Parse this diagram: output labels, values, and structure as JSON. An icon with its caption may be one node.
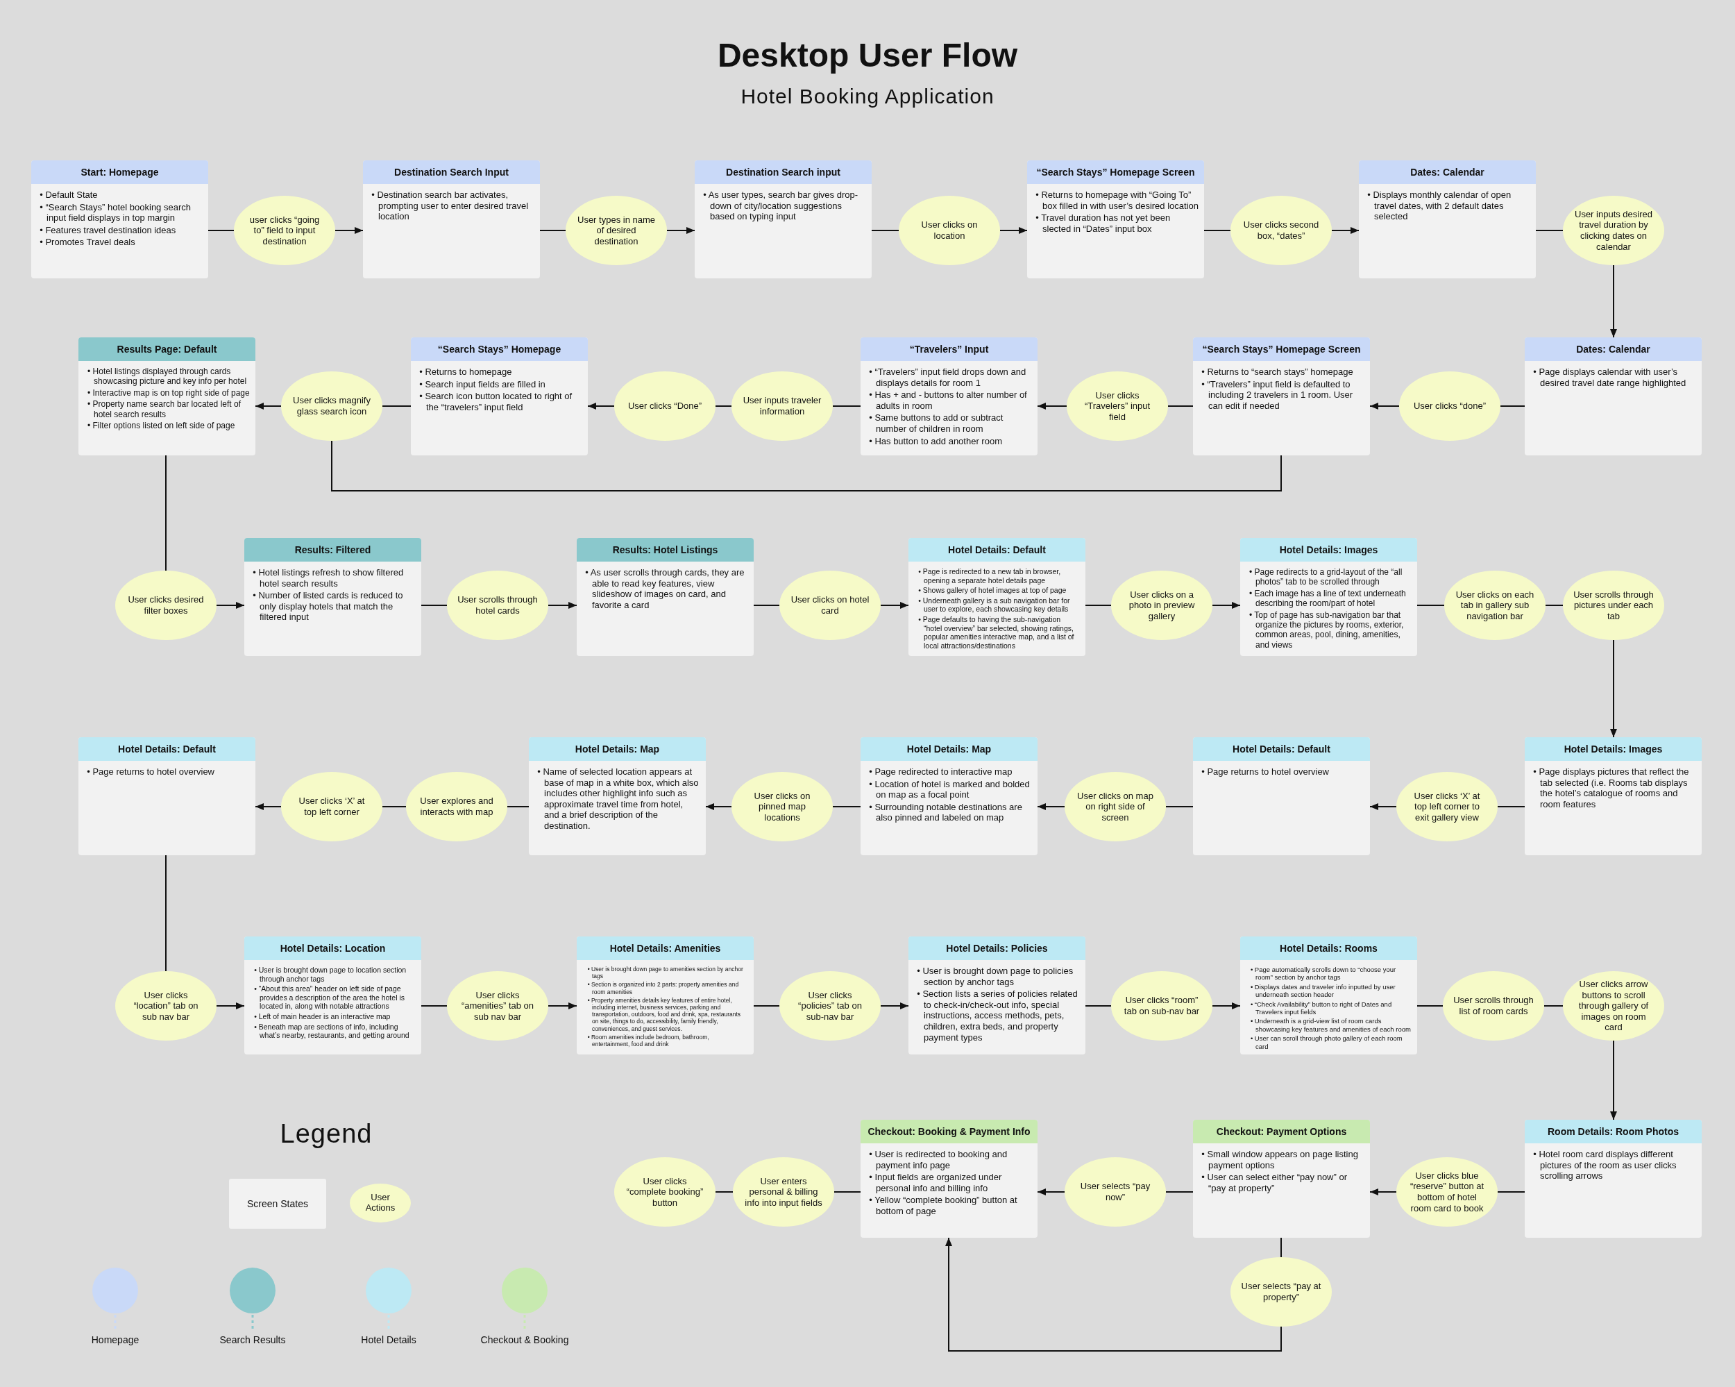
{
  "diagram": {
    "title": "Desktop User Flow",
    "nodes": [
      {
        "text": [
          "Start: Homepage",
          "• Default State",
          "• “Search Stays” hotel booking search input field displays in top margin",
          "• Features travel destination ideas",
          "• Promotes Travel deals"
        ]
      },
      {
        "text": [
          "user clicks “going to” field to input destination"
        ]
      },
      {
        "text": [
          "Destination Search Input",
          "• Destination search bar activates, prompting user to enter desired travel location"
        ]
      },
      {
        "text": [
          "User types in name of desired destination"
        ]
      },
      {
        "text": [
          "Destination Search input",
          "• As user types, search bar gives drop-down of city/location suggestions based on typing input"
        ]
      },
      {
        "text": [
          "User clicks on location"
        ]
      },
      {
        "text": [
          "“Search Stays” Homepage Screen",
          "• Returns to homepage with “Going To” box filled in with user’s desired location",
          "• Travel duration has not yet been slected in “Dates” input box"
        ]
      },
      {
        "text": [
          "User clicks second box, “dates”"
        ]
      },
      {
        "text": [
          "Dates: Calendar",
          "• Displays monthly calendar of open travel dates, with 2 default dates selected"
        ]
      },
      {
        "text": [
          "User inputs desired travel duration by clicking dates on calendar"
        ]
      },
      {
        "text": [
          "Dates: Calendar",
          "• Page displays calendar with user’s desired travel date range highlighted"
        ]
      },
      {
        "text": [
          "User clicks “done”"
        ]
      },
      {
        "text": [
          "“Search Stays” Homepage Screen",
          "• Returns to “search stays” homepage",
          "• “Travelers” input field is defaulted to including 2 travelers in 1 room. User can edit if needed"
        ]
      },
      {
        "text": [
          "User clicks “Travelers” input field"
        ]
      },
      {
        "text": [
          "“Travelers” Input",
          "• “Travelers” input field drops down and displays details for room 1",
          "• Has + and - buttons to alter number of adults in room",
          "• Same buttons to add or subtract number of children in room",
          "• Has button to add another room"
        ]
      },
      {
        "text": [
          "User inputs traveler information"
        ]
      },
      {
        "text": [
          "User clicks “Done”"
        ]
      },
      {
        "text": [
          "“Search Stays” Homepage",
          "• Returns to homepage",
          "• Search input fields are filled in",
          "• Search icon button located to right of the “travelers” input field"
        ]
      },
      {
        "text": [
          "User clicks magnify glass search icon"
        ]
      },
      {
        "text": [
          "Results Page: Default",
          "• Hotel listings displayed through cards showcasing picture and key info per hotel",
          "• Interactive map is on top right side of page",
          "• Property name search bar located left of hotel search results",
          "• Filter options listed on left side of page"
        ]
      },
      {
        "text": [
          "User clicks desired filter boxes"
        ]
      },
      {
        "text": [
          "Results: Filtered",
          "• Hotel listings refresh to show filtered hotel search results",
          "• Number of listed cards is reduced to only display hotels that match the filtered input"
        ]
      },
      {
        "text": [
          "User scrolls through hotel cards"
        ]
      },
      {
        "text": [
          "Results: Hotel Listings",
          "• As user scrolls through cards, they are able to read key features, view slideshow of images on card, and favorite a card"
        ]
      },
      {
        "text": [
          "User clicks on hotel card"
        ]
      },
      {
        "text": [
          "Hotel Details: Default",
          "• Page is redirected to a new tab in browser, opening a separate hotel details page",
          "• Shows gallery of hotel images at top of page",
          "• Underneath gallery is a sub navigation bar for user to explore, each showcasing key details",
          "• Page defaults to having the sub-navigation “hotel overview” bar selected, showing ratings, popular amenities interactive map, and a list of local attractions/destinations"
        ]
      },
      {
        "text": [
          "User clicks on a photo in preview gallery"
        ]
      },
      {
        "text": [
          "Hotel Details: Images",
          "• Page redirects to a grid-layout of the “all photos” tab to be scrolled through",
          "• Each image has a line of text underneath describing the room/part of hotel",
          "• Top of page has sub-navigation bar that organize the pictures by rooms, exterior, common areas, pool, dining, amenities, and views"
        ]
      },
      {
        "text": [
          "User clicks on each tab in gallery sub navigation bar"
        ]
      },
      {
        "text": [
          "User scrolls through pictures under each tab"
        ]
      },
      {
        "text": [
          "Hotel Details: Images",
          "• Page displays pictures that reflect the tab selected (i.e. Rooms tab displays the hotel’s catalogue of rooms and room features"
        ]
      },
      {
        "text": [
          "User clicks ‘X’ at top left corner to exit gallery view"
        ]
      },
      {
        "text": [
          "Hotel Details: Default",
          "• Page returns to hotel overview"
        ]
      },
      {
        "text": [
          "User clicks on map on right side of screen"
        ]
      },
      {
        "text": [
          "Hotel Details: Map",
          "• Page redirected to interactive map",
          "• Location of hotel is marked and bolded on map as a focal point",
          "• Surrounding notable destinations are also pinned and labeled on map"
        ]
      },
      {
        "text": [
          "User clicks on pinned map locations"
        ]
      },
      {
        "text": [
          "Hotel Details: Map",
          "• Name of selected location appears at base of map in a white box, which also includes other highlight info such as approximate travel time from hotel, and a brief description of the destination."
        ]
      },
      {
        "text": [
          "User explores and interacts with map"
        ]
      },
      {
        "text": [
          "User clicks ‘X’ at top left corner"
        ]
      },
      {
        "text": [
          "Hotel Details: Default",
          "• Page returns to hotel overview"
        ]
      },
      {
        "text": [
          "User clicks “location” tab on sub nav bar"
        ]
      },
      {
        "text": [
          "Hotel Details: Location",
          "• User is brought down page to location section through anchor tags",
          "• “About this area” header on left side of page provides a description of the area the hotel is located in, along with notable attractions",
          "• Left of main header is an interactive map",
          "• Beneath map are sections of info, including what’s nearby, restaurants, and getting around"
        ]
      },
      {
        "text": [
          "User clicks “amenities” tab on sub nav bar"
        ]
      },
      {
        "text": [
          "Hotel Details: Amenities",
          "• User is brought down page to amenities section by anchor tags",
          "• Section is organized into 2 parts: property amenities and room amenities",
          "• Property amenities details key features of entire hotel, including internet, business services, parking and transportation, outdoors, food and drink, spa, restaurants on site, things to do, accessibility, family friendly, conveniences, and guest services.",
          "• Room amenities include bedroom, bathroom, entertainment, food and drink"
        ]
      },
      {
        "text": [
          "User clicks “policies” tab on sub-nav bar"
        ]
      },
      {
        "text": [
          "Hotel Details: Policies",
          "• User is brought down page to policies section by anchor tags",
          "• Section lists a series of policies related to check-in/check-out info, special instructions, access methods, pets, children, extra beds, and property payment types"
        ]
      },
      {
        "text": [
          "User clicks “room” tab on sub-nav bar"
        ]
      },
      {
        "text": [
          "Hotel Details: Rooms",
          "• Page automatically scrolls down to “choose your room” section by anchor tags",
          "• Displays dates and traveler info inputted by user underneath section header",
          "• “Check Availability” button to right of Dates and Travelers input fields",
          "• Underneath is a grid-view list of room cards showcasing key features and amenities of each room",
          "• User can scroll through photo gallery of each room card"
        ]
      },
      {
        "text": [
          "User scrolls through list of room cards"
        ]
      },
      {
        "text": [
          "User clicks arrow buttons to scroll through gallery of images on room card"
        ]
      },
      {
        "text": [
          "Room Details: Room Photos",
          "• Hotel room card displays different pictures of the room as user clicks scrolling arrows"
        ]
      },
      {
        "text": [
          "User clicks blue “reserve” button at bottom of hotel room card to book"
        ]
      },
      {
        "text": [
          "Checkout: Payment Options",
          "• Small window appears on page listing payment options",
          "• User can select either “pay now” or “pay at property”"
        ]
      },
      {
        "text": [
          "User selects “pay now”"
        ]
      },
      {
        "text": [
          "User selects “pay at property”"
        ]
      },
      {
        "text": [
          "Checkout: Booking & Payment Info",
          "• User is redirected to booking and payment info page",
          "• Input fields are organized under personal info and billing info",
          "• Yellow “complete booking” button at bottom of page"
        ]
      },
      {
        "text": [
          "User enters personal & billing info into input fields"
        ]
      },
      {
        "text": [
          "User clicks “complete booking” button"
        ]
      }
    ],
    "edges": [
      {
        "from": 0,
        "to": 1,
        "arrow": "none"
      },
      {
        "from": 1,
        "to": 2,
        "arrow": "to"
      },
      {
        "from": 2,
        "to": 3,
        "arrow": "none"
      },
      {
        "from": 3,
        "to": 4,
        "arrow": "to"
      },
      {
        "from": 4,
        "to": 5,
        "arrow": "none"
      },
      {
        "from": 5,
        "to": 6,
        "arrow": "to"
      },
      {
        "from": 6,
        "to": 7,
        "arrow": "none"
      },
      {
        "from": 7,
        "to": 8,
        "arrow": "to"
      },
      {
        "from": 8,
        "to": 9,
        "arrow": "none"
      },
      {
        "from": 9,
        "to": 10,
        "arrow": "to"
      },
      {
        "from": 10,
        "to": 11,
        "arrow": "none"
      },
      {
        "from": 11,
        "to": 12,
        "arrow": "to"
      },
      {
        "from": 12,
        "to": 13,
        "arrow": "none"
      },
      {
        "from": 13,
        "to": 14,
        "arrow": "to"
      },
      {
        "from": 14,
        "to": 15,
        "arrow": "none"
      },
      {
        "from": 15,
        "to": 16,
        "arrow": "none"
      },
      {
        "from": 16,
        "to": 17,
        "arrow": "to"
      },
      {
        "from": 17,
        "to": 18,
        "arrow": "none"
      },
      {
        "from": 18,
        "to": 19,
        "arrow": "to"
      },
      {
        "from": 12,
        "to": 18,
        "arrow": "none"
      },
      {
        "from": 19,
        "to": 20,
        "arrow": "none"
      },
      {
        "from": 20,
        "to": 21,
        "arrow": "to"
      },
      {
        "from": 21,
        "to": 22,
        "arrow": "none"
      },
      {
        "from": 22,
        "to": 23,
        "arrow": "to"
      },
      {
        "from": 23,
        "to": 24,
        "arrow": "none"
      },
      {
        "from": 24,
        "to": 25,
        "arrow": "to"
      },
      {
        "from": 25,
        "to": 26,
        "arrow": "none"
      },
      {
        "from": 26,
        "to": 27,
        "arrow": "to"
      },
      {
        "from": 27,
        "to": 28,
        "arrow": "none"
      },
      {
        "from": 28,
        "to": 29,
        "arrow": "none"
      },
      {
        "from": 29,
        "to": 30,
        "arrow": "to"
      },
      {
        "from": 30,
        "to": 31,
        "arrow": "none"
      },
      {
        "from": 31,
        "to": 32,
        "arrow": "to"
      },
      {
        "from": 32,
        "to": 33,
        "arrow": "none"
      },
      {
        "from": 33,
        "to": 34,
        "arrow": "to"
      },
      {
        "from": 34,
        "to": 35,
        "arrow": "none"
      },
      {
        "from": 35,
        "to": 36,
        "arrow": "to"
      },
      {
        "from": 36,
        "to": 37,
        "arrow": "none"
      },
      {
        "from": 37,
        "to": 38,
        "arrow": "none"
      },
      {
        "from": 38,
        "to": 39,
        "arrow": "to"
      },
      {
        "from": 39,
        "to": 40,
        "arrow": "none"
      },
      {
        "from": 40,
        "to": 41,
        "arrow": "to"
      },
      {
        "from": 41,
        "to": 42,
        "arrow": "none"
      },
      {
        "from": 42,
        "to": 43,
        "arrow": "to"
      },
      {
        "from": 43,
        "to": 44,
        "arrow": "none"
      },
      {
        "from": 44,
        "to": 45,
        "arrow": "to"
      },
      {
        "from": 45,
        "to": 46,
        "arrow": "none"
      },
      {
        "from": 46,
        "to": 47,
        "arrow": "to"
      },
      {
        "from": 47,
        "to": 48,
        "arrow": "none"
      },
      {
        "from": 48,
        "to": 49,
        "arrow": "none"
      },
      {
        "from": 49,
        "to": 50,
        "arrow": "to"
      },
      {
        "from": 50,
        "to": 51,
        "arrow": "none"
      },
      {
        "from": 51,
        "to": 52,
        "arrow": "to"
      },
      {
        "from": 52,
        "to": 53,
        "arrow": "none"
      },
      {
        "from": 53,
        "to": 55,
        "arrow": "to"
      },
      {
        "from": 52,
        "to": 54,
        "arrow": "none"
      },
      {
        "from": 54,
        "to": 55,
        "arrow": "to"
      },
      {
        "from": 55,
        "to": 56,
        "arrow": "none"
      },
      {
        "from": 56,
        "to": 57,
        "arrow": "none"
      }
    ],
    "labels": [
      "Hotel Booking Application",
      "Legend"
    ],
    "legend": [
      {
        "text": "Screen States"
      },
      {
        "text": "User Actions"
      },
      {
        "text": "Homepage",
        "color": "#c9d9f8"
      },
      {
        "text": "Search Results",
        "color": "#8ac8cc"
      },
      {
        "text": "Hotel Details",
        "color": "#bde9f4"
      },
      {
        "text": "Checkout & Booking",
        "color": "#c8eab0"
      }
    ]
  }
}
